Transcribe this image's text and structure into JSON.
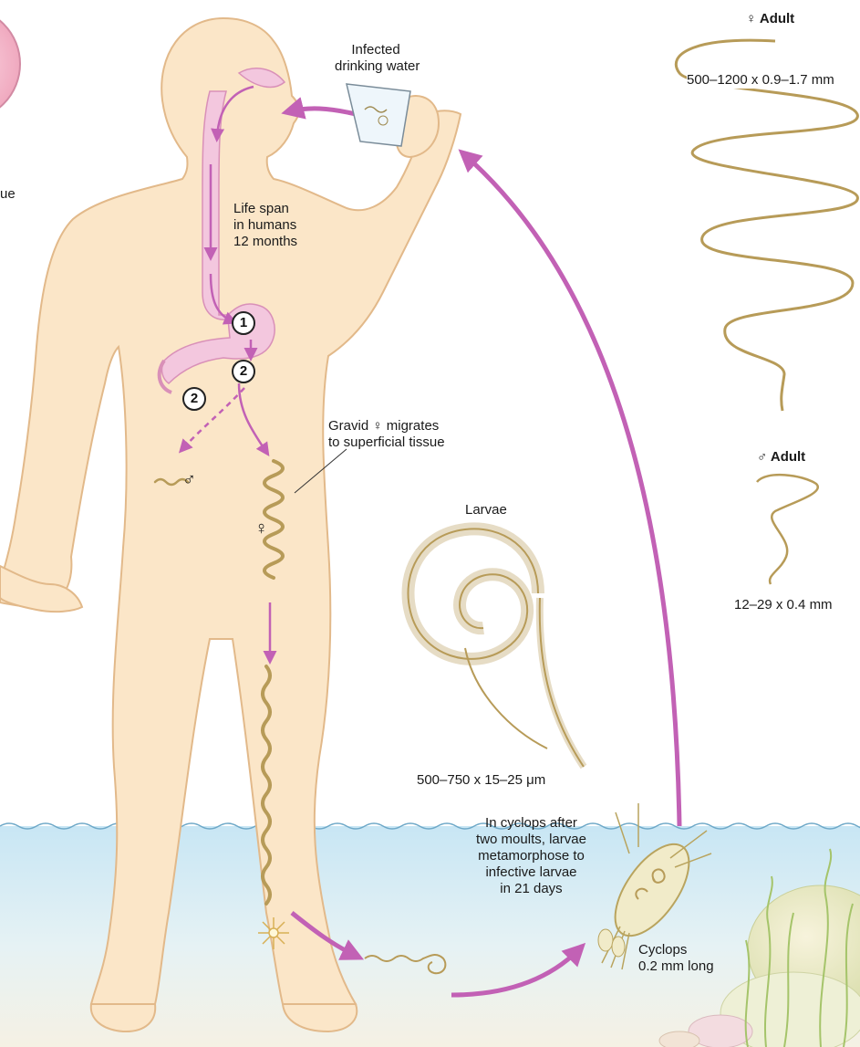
{
  "source": {
    "label": "Infected drinking water",
    "line1": "Infected",
    "line2": "drinking water"
  },
  "lifespan": {
    "line1": "Life span",
    "line2": "in humans",
    "line3": "12 months"
  },
  "steps": {
    "step1": "1",
    "step2_stomach": "2",
    "step2_intestine": "2"
  },
  "male_symbol": "♂",
  "female_symbol": "♀",
  "gravid": {
    "line1": "Gravid ♀ migrates",
    "line2": "to superficial tissue"
  },
  "larvae": {
    "title": "Larvae",
    "size": "500–750 x 15–25 μm"
  },
  "female_adult": {
    "title": "♀ Adult",
    "size": "500–1200 x 0.9–1.7 mm"
  },
  "male_adult": {
    "title": "♂ Adult",
    "size": "12–29 x 0.4 mm"
  },
  "cyclops_stage": {
    "line1": "In cyclops after",
    "line2": "two moults, larvae",
    "line3": "metamorphose to",
    "line4": "infective larvae",
    "line5": "in 21 days"
  },
  "cyclops": {
    "line1": "Cyclops",
    "line2": "0.2 mm long"
  },
  "partial_left_label": "ue",
  "colors": {
    "skin": "#fbe6c8",
    "skin_outline": "#e2b98a",
    "gut": "#f3c7de",
    "arrow": "#c261b5",
    "worm": "#b79b58",
    "water_top": "#cfe9f5",
    "water_bottom": "#f4f1e6"
  }
}
